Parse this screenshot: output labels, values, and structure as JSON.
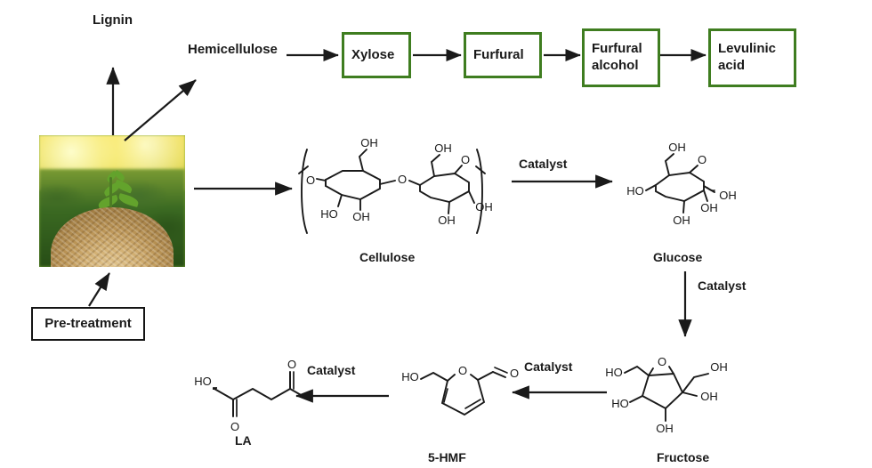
{
  "diagram": {
    "title": "Biomass conversion pathway to levulinic acid",
    "colors": {
      "box_green": "#3f7d20",
      "box_black": "#141414",
      "arrow": "#1a1a1a",
      "text": "#1a1a1a"
    }
  },
  "labels": {
    "lignin": "Lignin",
    "hemicellulose": "Hemicellulose",
    "cellulose": "Cellulose",
    "glucose": "Glucose",
    "fructose": "Fructose",
    "hmf": "5-HMF",
    "la": "LA",
    "catalyst_cellulose_glucose": "Catalyst",
    "catalyst_glucose_fructose": "Catalyst",
    "catalyst_fructose_hmf": "Catalyst",
    "catalyst_hmf_la": "Catalyst"
  },
  "boxes": [
    {
      "id": "xylose",
      "label": "Xylose",
      "border": "green"
    },
    {
      "id": "furfural",
      "label": "Furfural",
      "border": "green"
    },
    {
      "id": "furfural-alcohol",
      "label": "Furfural\nalcohol",
      "border": "green"
    },
    {
      "id": "levulinic-acid",
      "label": "Levulinic\nacid",
      "border": "green"
    },
    {
      "id": "pre-treatment",
      "label": "Pre-treatment",
      "border": "black"
    }
  ],
  "photo": {
    "caption": "biomass-photo",
    "description": "Green seedling growing from a pile of wood chips with sunlit foliage background"
  },
  "structures": {
    "cellulose": {
      "name": "Cellulose",
      "atom_labels": [
        "OH",
        "OH",
        "O",
        "HO",
        "OH",
        "O",
        "OH",
        "OH",
        "OH",
        "O"
      ]
    },
    "glucose": {
      "name": "Glucose",
      "atom_labels": [
        "OH",
        "O",
        "HO",
        "OH",
        "OH",
        "OH"
      ]
    },
    "fructose": {
      "name": "Fructose",
      "atom_labels": [
        "HO",
        "O",
        "OH",
        "OH",
        "HO",
        "OH"
      ]
    },
    "hmf": {
      "name": "5-HMF",
      "atom_labels": [
        "HO",
        "O",
        "O"
      ]
    },
    "la": {
      "name": "LA",
      "atom_labels": [
        "HO",
        "O",
        "O"
      ]
    }
  }
}
